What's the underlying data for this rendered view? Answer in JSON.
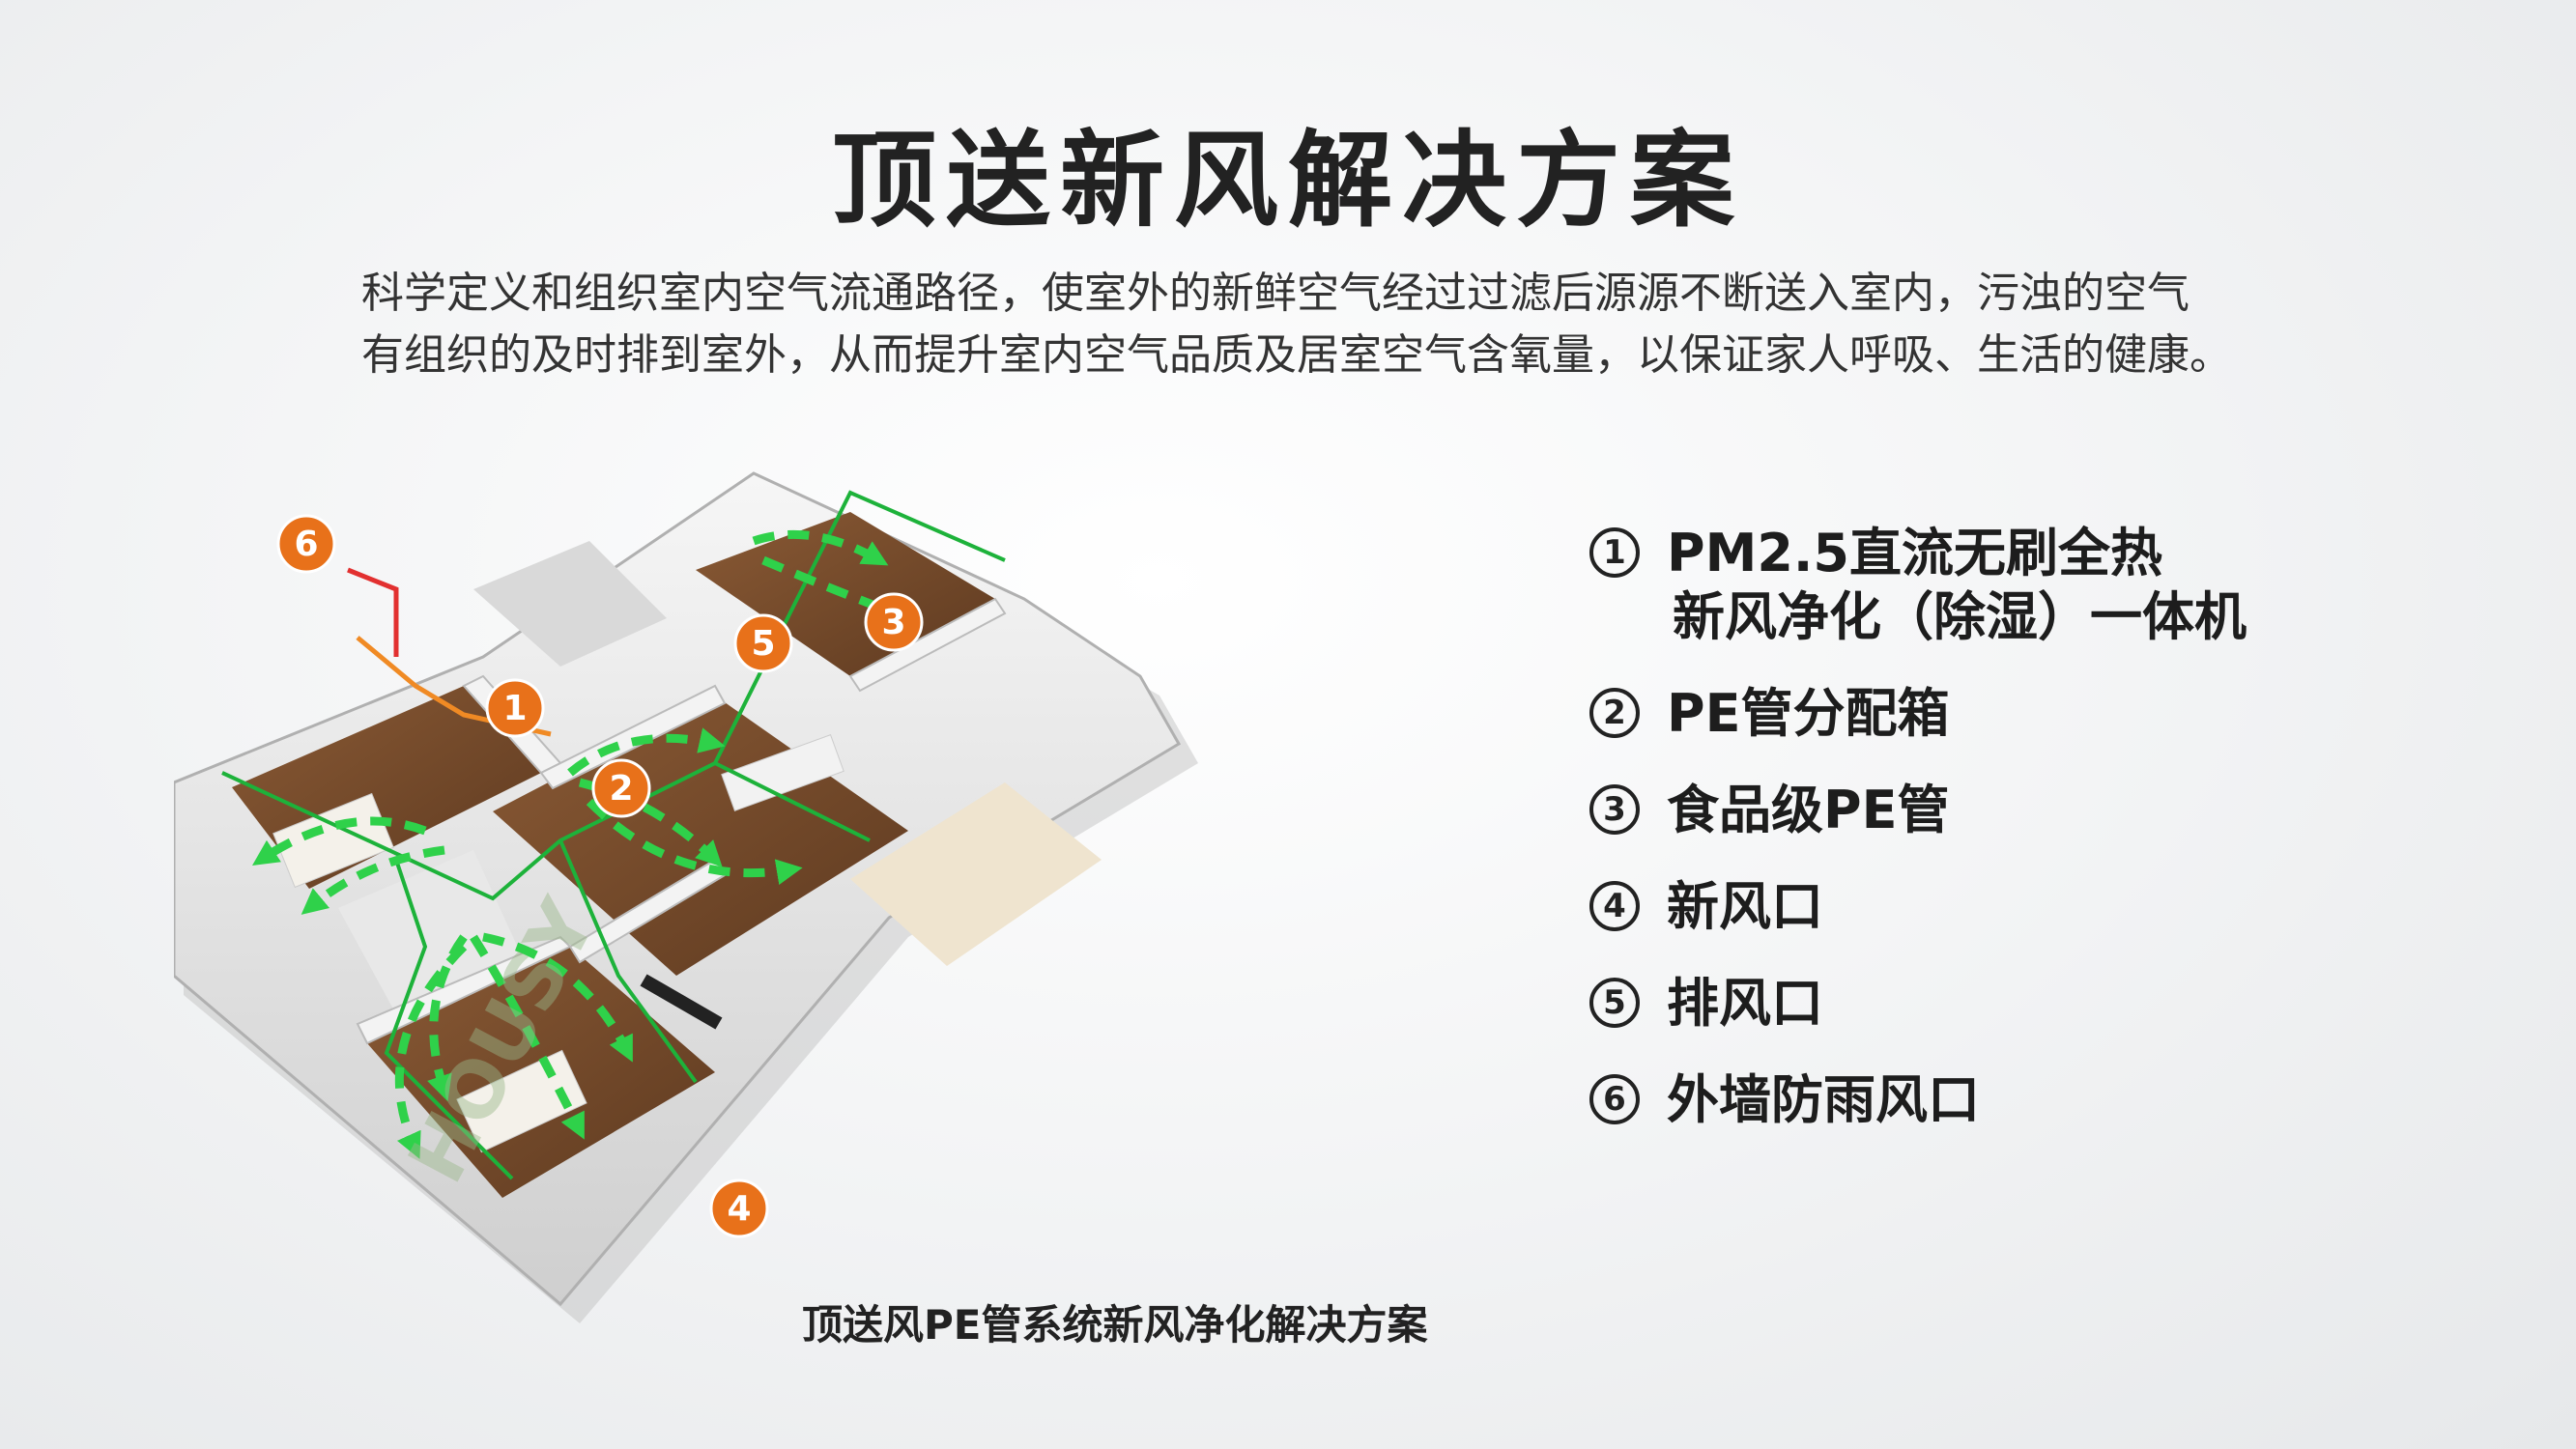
{
  "title": "顶送新风解决方案",
  "description": {
    "line1": "科学定义和组织室内空气流通路径，使室外的新鲜空气经过过滤后源源不断送入室内，污浊的空气",
    "line2": "有组织的及时排到室外，从而提升室内空气品质及居室空气含氧量，以保证家人呼吸、生活的健康。"
  },
  "diagram": {
    "markers": [
      "1",
      "2",
      "3",
      "4",
      "5",
      "6"
    ],
    "watermark": "HOUSY",
    "colors": {
      "marker": "#e8711a",
      "airflow": "#2fd14a",
      "duct": "#1db23a",
      "exhaust": "#f08a24"
    }
  },
  "caption": "顶送风PE管系统新风净化解决方案",
  "legend": [
    {
      "num": "1",
      "line1": "PM2.5直流无刷全热",
      "line2": "新风净化（除湿）一体机"
    },
    {
      "num": "2",
      "line1": "PE管分配箱",
      "line2": ""
    },
    {
      "num": "3",
      "line1": "食品级PE管",
      "line2": ""
    },
    {
      "num": "4",
      "line1": "新风口",
      "line2": ""
    },
    {
      "num": "5",
      "line1": "排风口",
      "line2": ""
    },
    {
      "num": "6",
      "line1": "外墙防雨风口",
      "line2": ""
    }
  ]
}
